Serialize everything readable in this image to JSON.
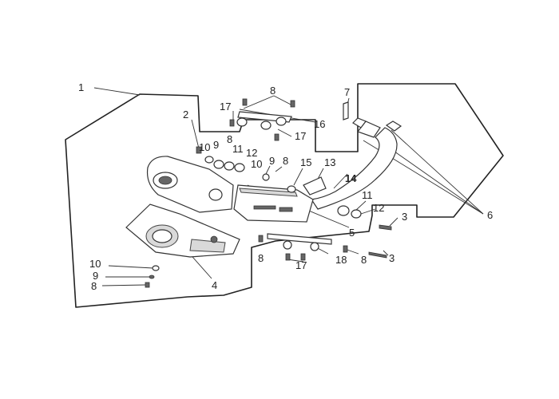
{
  "callouts": {
    "c1": "1",
    "c2": "2",
    "c3a": "3",
    "c3b": "3",
    "c4": "4",
    "c5": "5",
    "c6": "6",
    "c7": "7",
    "c8a": "8",
    "c8b": "8",
    "c8c": "8",
    "c8d": "8",
    "c8e": "8",
    "c9a": "9",
    "c9b": "9",
    "c9c": "9",
    "c10a": "10",
    "c10b": "10",
    "c10c": "10",
    "c11a": "11",
    "c11b": "11",
    "c12a": "12",
    "c12b": "12",
    "c13": "13",
    "c14": "14",
    "c15": "15",
    "c16": "16",
    "c17a": "17",
    "c17b": "17",
    "c17c": "17",
    "c18": "18"
  }
}
